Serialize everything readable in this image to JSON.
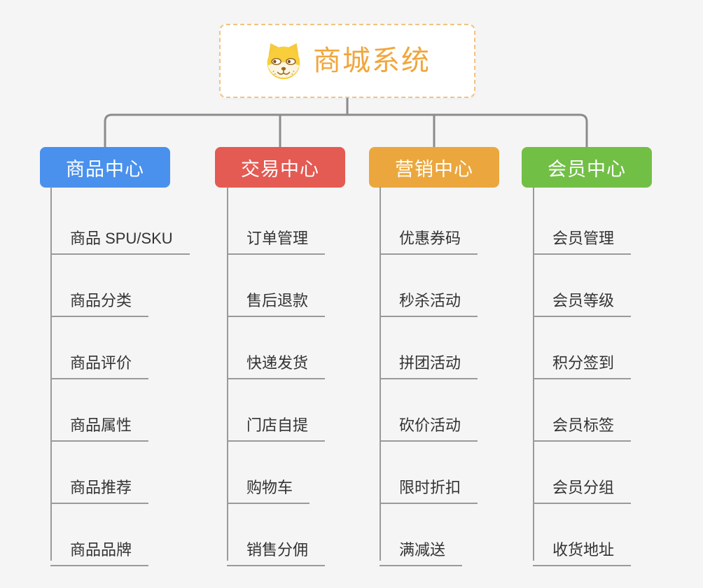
{
  "background_color": "#F5F5F5",
  "connector_color": "#8C8C8C",
  "root": {
    "icon": "dog-face-icon",
    "title": "商城系统",
    "text_color": "#F0A63C",
    "border_color": "#F2C384"
  },
  "branches": [
    {
      "label": "商品中心",
      "color": "#4A91ED",
      "items": [
        "商品 SPU/SKU",
        "商品分类",
        "商品评价",
        "商品属性",
        "商品推荐",
        "商品品牌"
      ]
    },
    {
      "label": "交易中心",
      "color": "#E45B53",
      "items": [
        "订单管理",
        "售后退款",
        "快递发货",
        "门店自提",
        "购物车",
        "销售分佣"
      ]
    },
    {
      "label": "营销中心",
      "color": "#EBA73E",
      "items": [
        "优惠券码",
        "秒杀活动",
        "拼团活动",
        "砍价活动",
        "限时折扣",
        "满减送"
      ]
    },
    {
      "label": "会员中心",
      "color": "#72BF46",
      "items": [
        "会员管理",
        "会员等级",
        "积分签到",
        "会员标签",
        "会员分组",
        "收货地址"
      ]
    }
  ]
}
